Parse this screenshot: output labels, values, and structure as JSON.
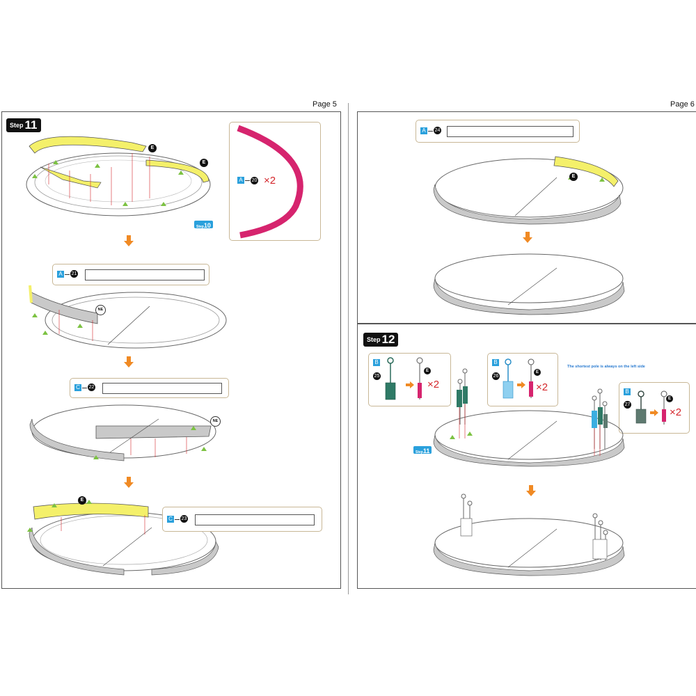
{
  "pages": {
    "left_label": "Page 5",
    "right_label": "Page 6"
  },
  "step11": {
    "badge_word": "Step",
    "badge_num": "11",
    "ref_step_word": "Step",
    "ref_step_num": "10",
    "callout_main": {
      "letter": "A",
      "part": "20",
      "qty": "×2"
    },
    "callout_21": {
      "letter": "A",
      "part": "21"
    },
    "callout_22": {
      "letter": "C",
      "part": "22"
    },
    "callout_23": {
      "letter": "C",
      "part": "23"
    },
    "marker_e": "E",
    "marker_ne": "NE"
  },
  "page6_top": {
    "callout_24": {
      "letter": "A",
      "part": "24"
    },
    "marker_e": "E"
  },
  "step12": {
    "badge_word": "Step",
    "badge_num": "12",
    "ref_step_word": "Step",
    "ref_step_num": "11",
    "note": "The shortest pole is always on the left side",
    "callout_25": {
      "letter": "B",
      "part": "25",
      "qty": "×2",
      "marker": "E"
    },
    "callout_26": {
      "letter": "B",
      "part": "26",
      "qty": "×2",
      "marker": "E"
    },
    "callout_27": {
      "letter": "B",
      "part": "27",
      "qty": "×2",
      "marker": "E"
    }
  },
  "colors": {
    "yellow_strip": "#f4f06a",
    "magenta_strip": "#d6246e",
    "gray_wall": "#c9c9c9",
    "accent_orange": "#f08a24",
    "accent_blue": "#2aa0dc",
    "callout_border": "#c8b796",
    "qty_red": "#d4262b"
  }
}
